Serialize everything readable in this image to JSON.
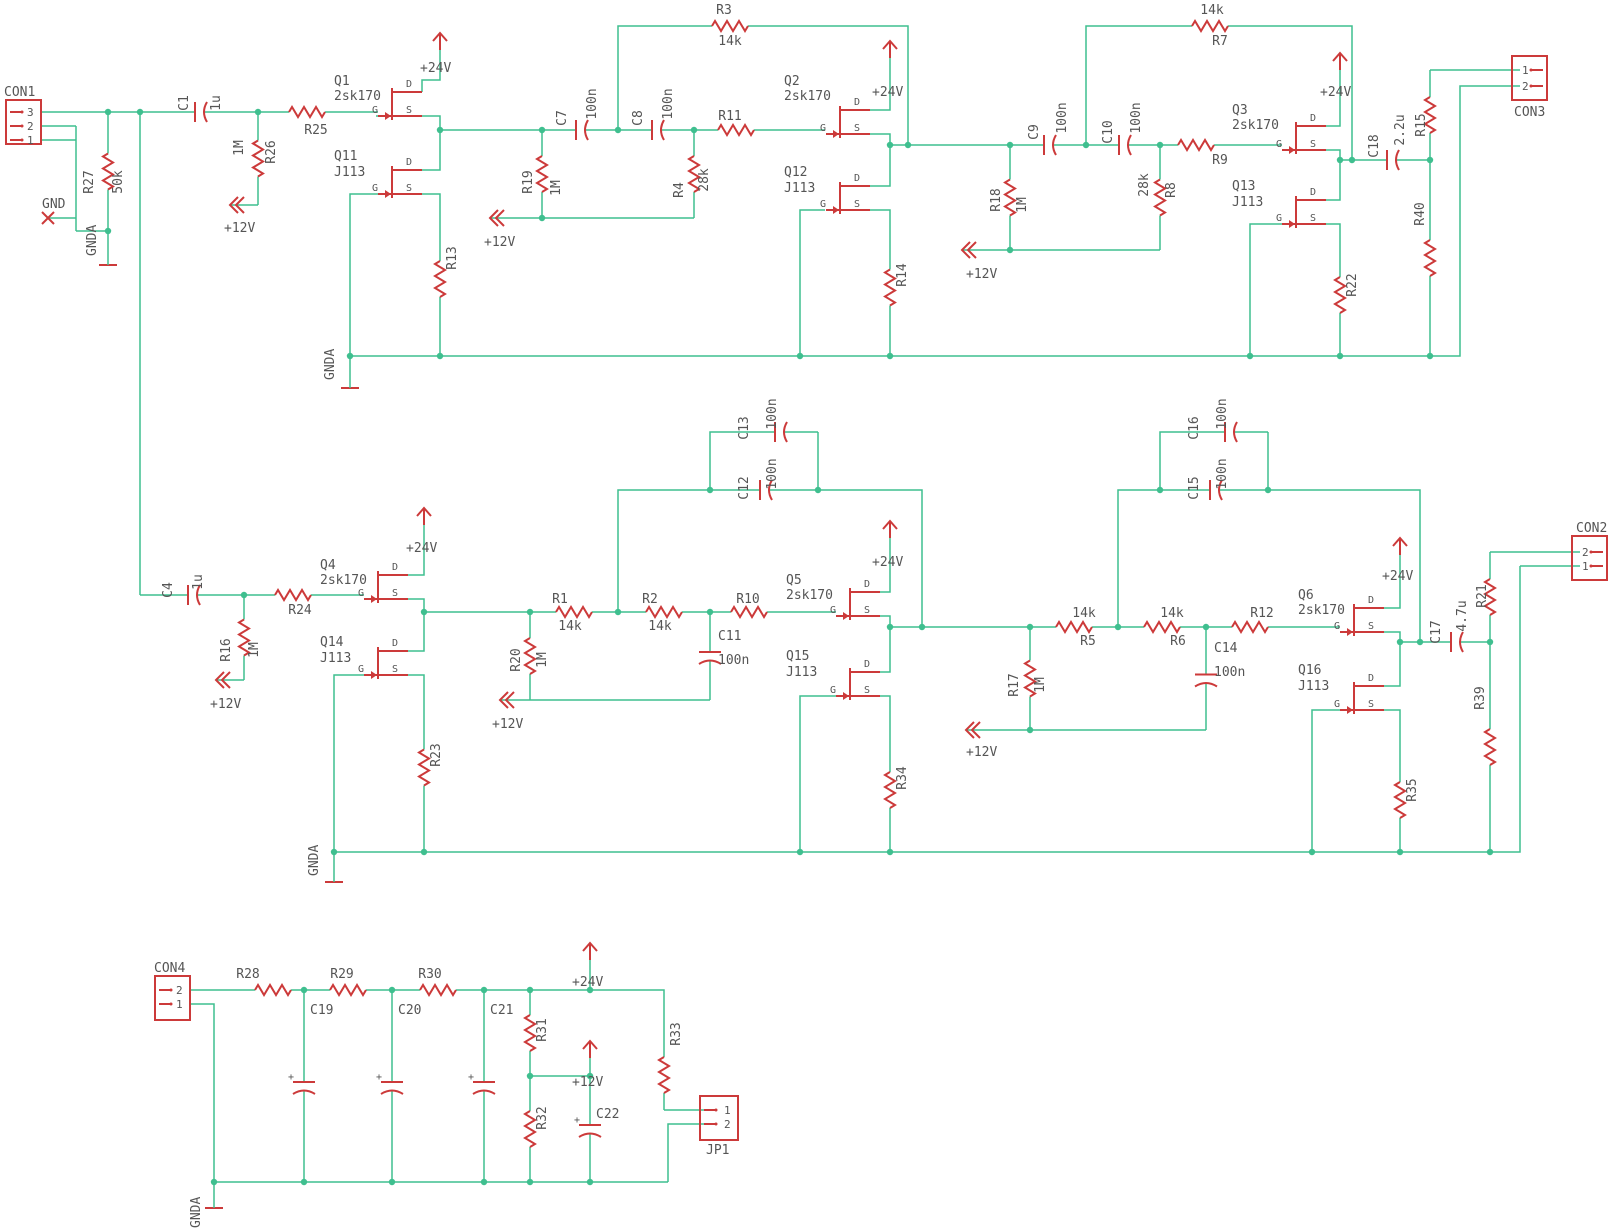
{
  "colors": {
    "wire": "#3fbf8f",
    "part": "#cc3a3a",
    "text": "#555555",
    "background": "#ffffff"
  },
  "connectors": {
    "con1": {
      "name": "CON1",
      "pins": [
        "3",
        "2",
        "1"
      ]
    },
    "con2": {
      "name": "CON2",
      "pins": [
        "2",
        "1"
      ]
    },
    "con3": {
      "name": "CON3",
      "pins": [
        "1",
        "2"
      ]
    },
    "con4": {
      "name": "CON4",
      "pins": [
        "2",
        "1"
      ]
    },
    "jp1": {
      "name": "JP1",
      "pins": [
        "1",
        "2"
      ]
    }
  },
  "nets": {
    "gnd": "GND",
    "gnda": "GNDA",
    "v24": "+24V",
    "v12": "+12V"
  },
  "jfet_pins": {
    "d": "D",
    "s": "S",
    "g": "G"
  },
  "transistors": {
    "q1": {
      "name": "Q1",
      "value": "2sk170"
    },
    "q2": {
      "name": "Q2",
      "value": "2sk170"
    },
    "q3": {
      "name": "Q3",
      "value": "2sk170"
    },
    "q4": {
      "name": "Q4",
      "value": "2sk170"
    },
    "q5": {
      "name": "Q5",
      "value": "2sk170"
    },
    "q6": {
      "name": "Q6",
      "value": "2sk170"
    },
    "q11": {
      "name": "Q11",
      "value": "J113"
    },
    "q12": {
      "name": "Q12",
      "value": "J113"
    },
    "q13": {
      "name": "Q13",
      "value": "J113"
    },
    "q14": {
      "name": "Q14",
      "value": "J113"
    },
    "q15": {
      "name": "Q15",
      "value": "J113"
    },
    "q16": {
      "name": "Q16",
      "value": "J113"
    }
  },
  "resistors": {
    "r1": {
      "name": "R1",
      "value": "14k"
    },
    "r2": {
      "name": "R2",
      "value": "14k"
    },
    "r3": {
      "name": "R3",
      "value": "14k"
    },
    "r4": {
      "name": "R4",
      "value": "28k"
    },
    "r5": {
      "name": "R5",
      "value": "14k"
    },
    "r6": {
      "name": "R6",
      "value": "14k"
    },
    "r7": {
      "name": "R7",
      "value": "14k"
    },
    "r8": {
      "name": "R8",
      "value": "28k"
    },
    "r9": {
      "name": "R9"
    },
    "r10": {
      "name": "R10"
    },
    "r11": {
      "name": "R11"
    },
    "r12": {
      "name": "R12"
    },
    "r13": {
      "name": "R13"
    },
    "r14": {
      "name": "R14"
    },
    "r15": {
      "name": "R15"
    },
    "r16": {
      "name": "R16",
      "value": "1M"
    },
    "r17": {
      "name": "R17",
      "value": "1M"
    },
    "r18": {
      "name": "R18",
      "value": "1M"
    },
    "r19": {
      "name": "R19",
      "value": "1M"
    },
    "r20": {
      "name": "R20",
      "value": "1M"
    },
    "r21": {
      "name": "R21"
    },
    "r22": {
      "name": "R22"
    },
    "r23": {
      "name": "R23"
    },
    "r24": {
      "name": "R24"
    },
    "r25": {
      "name": "R25"
    },
    "r26": {
      "name": "R26",
      "value": "1M"
    },
    "r27": {
      "name": "R27",
      "value": "50k"
    },
    "r28": {
      "name": "R28"
    },
    "r29": {
      "name": "R29"
    },
    "r30": {
      "name": "R30"
    },
    "r31": {
      "name": "R31"
    },
    "r32": {
      "name": "R32"
    },
    "r33": {
      "name": "R33"
    },
    "r34": {
      "name": "R34"
    },
    "r35": {
      "name": "R35"
    },
    "r39": {
      "name": "R39"
    },
    "r40": {
      "name": "R40"
    }
  },
  "capacitors": {
    "c1": {
      "name": "C1",
      "value": "1u"
    },
    "c4": {
      "name": "C4",
      "value": "1u"
    },
    "c7": {
      "name": "C7",
      "value": "100n"
    },
    "c8": {
      "name": "C8",
      "value": "100n"
    },
    "c9": {
      "name": "C9",
      "value": "100n"
    },
    "c10": {
      "name": "C10",
      "value": "100n"
    },
    "c11": {
      "name": "C11",
      "value": "100n"
    },
    "c12": {
      "name": "C12",
      "value": "100n"
    },
    "c13": {
      "name": "C13",
      "value": "100n"
    },
    "c14": {
      "name": "C14",
      "value": "100n"
    },
    "c15": {
      "name": "C15",
      "value": "100n"
    },
    "c16": {
      "name": "C16",
      "value": "100n"
    },
    "c17": {
      "name": "C17",
      "value": "4.7u"
    },
    "c18": {
      "name": "C18",
      "value": "2.2u"
    },
    "c19": {
      "name": "C19"
    },
    "c20": {
      "name": "C20"
    },
    "c21": {
      "name": "C21"
    },
    "c22": {
      "name": "C22"
    }
  }
}
